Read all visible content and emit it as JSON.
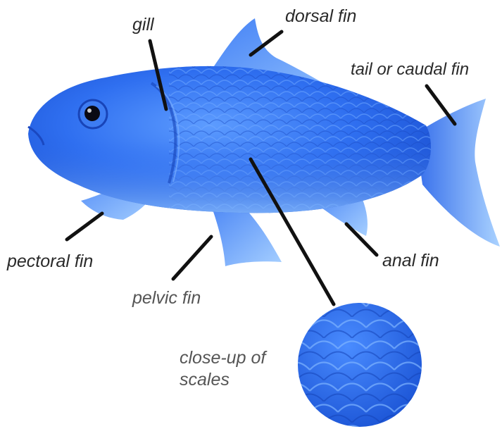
{
  "labels": {
    "gill": "gill",
    "dorsal_fin": "dorsal fin",
    "tail_fin": "tail or caudal fin",
    "pectoral_fin": "pectoral fin",
    "anal_fin": "anal fin",
    "pelvic_fin": "pelvic fin",
    "scales_line1": "close-up of",
    "scales_line2": "scales"
  },
  "colors": {
    "fish_body": "#2f6ff0",
    "fish_light": "#6aa6ff",
    "fish_dark": "#1546c2",
    "leader_line": "#111111",
    "label_text": "#2a2a2a"
  }
}
